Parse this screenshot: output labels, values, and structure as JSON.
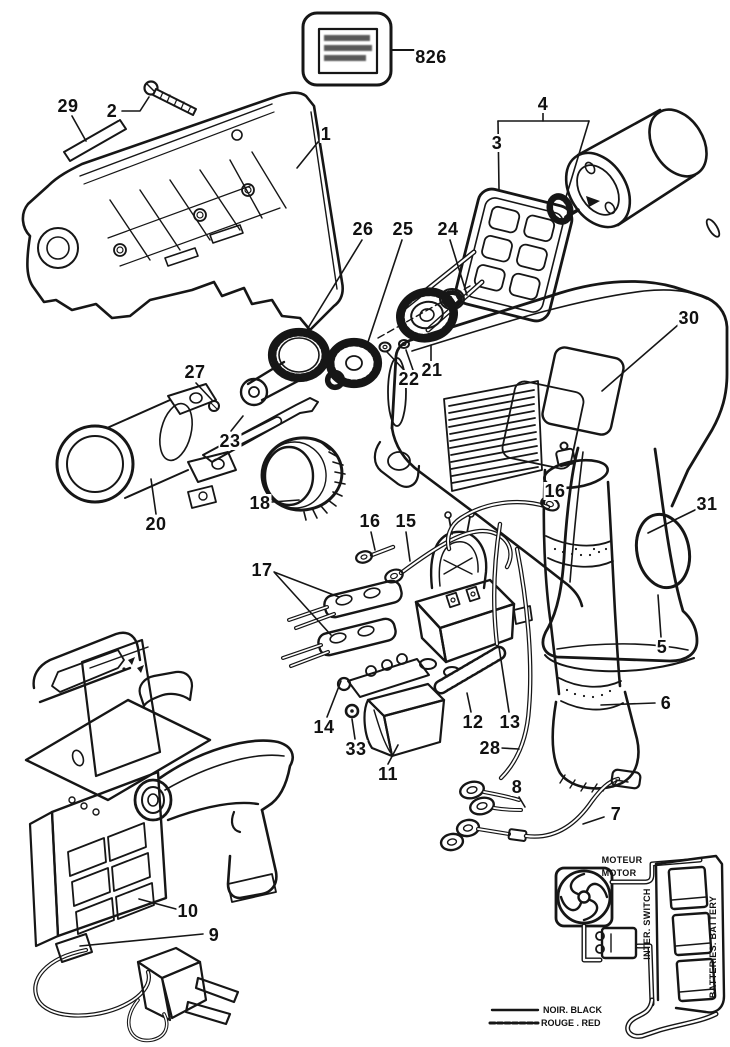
{
  "diagram": {
    "type": "exploded-parts-diagram",
    "subject": "cordless drill with charger stand",
    "ink_color": "#141414",
    "part_labels": [
      {
        "text": "826"
      },
      {
        "text": "29"
      },
      {
        "text": "2"
      },
      {
        "text": "1"
      },
      {
        "text": "4"
      },
      {
        "text": "3"
      },
      {
        "text": "26"
      },
      {
        "text": "25"
      },
      {
        "text": "24"
      },
      {
        "text": "30"
      },
      {
        "text": "27"
      },
      {
        "text": "22"
      },
      {
        "text": "21"
      },
      {
        "text": "23"
      },
      {
        "text": "18"
      },
      {
        "text": "20"
      },
      {
        "text": "16"
      },
      {
        "text": "15"
      },
      {
        "text": "16"
      },
      {
        "text": "31"
      },
      {
        "text": "17"
      },
      {
        "text": "5"
      },
      {
        "text": "6"
      },
      {
        "text": "14"
      },
      {
        "text": "33"
      },
      {
        "text": "11"
      },
      {
        "text": "12"
      },
      {
        "text": "13"
      },
      {
        "text": "28"
      },
      {
        "text": "8"
      },
      {
        "text": "7"
      },
      {
        "text": "10"
      },
      {
        "text": "9"
      }
    ],
    "wiring_inset": {
      "motor_label_line1": "MOTEUR",
      "motor_label_line2": "MOTOR",
      "switch_label": "INTER. SWITCH",
      "battery_label": "BATTERIES. BATTERY",
      "legend": [
        {
          "line_style": "solid",
          "label": "NOIR. BLACK"
        },
        {
          "line_style": "dashed",
          "label": "ROUGE . RED"
        }
      ]
    }
  }
}
